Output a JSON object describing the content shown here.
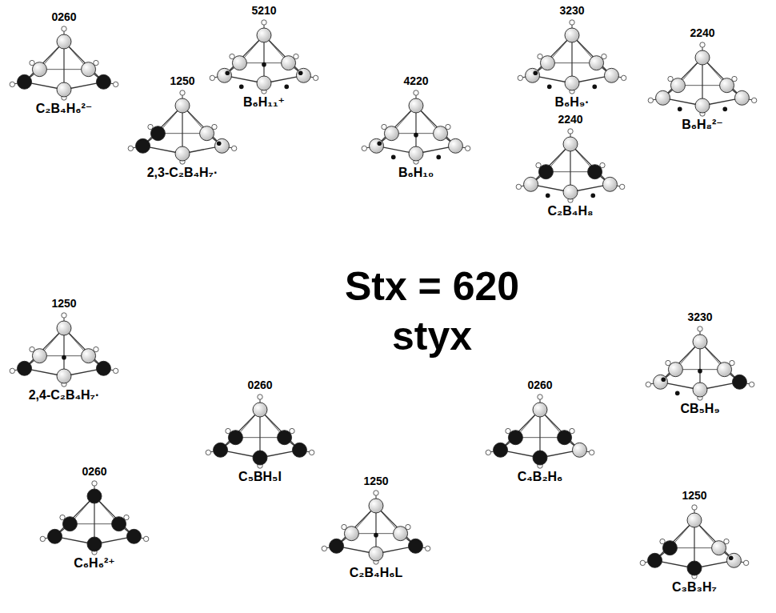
{
  "diagram": {
    "nodes": [
      {
        "text": [
          "0260",
          "C₂B₄H₆²⁻"
        ]
      },
      {
        "text": [
          "5210",
          "B₆H₁₁⁺"
        ]
      },
      {
        "text": [
          "3230",
          "B₆H₉·"
        ]
      },
      {
        "text": [
          "2240",
          "B₆H₈²⁻"
        ]
      },
      {
        "text": [
          "4220",
          "B₆H₁₀"
        ]
      },
      {
        "text": [
          "1250",
          "2,3-C₂B₄H₇·"
        ]
      },
      {
        "text": [
          "2240",
          "C₂B₄H₈"
        ]
      },
      {
        "text": [
          "1250",
          "2,4-C₂B₄H₇·"
        ]
      },
      {
        "text": [
          "3230",
          "CB₅H₉"
        ]
      },
      {
        "text": [
          "0260",
          "C₅BH₅I"
        ]
      },
      {
        "text": [
          "0260",
          "C₄B₂H₆"
        ]
      },
      {
        "text": [
          "0260",
          "C₆H₆²⁺"
        ]
      },
      {
        "text": [
          "1250",
          "C₂B₄H₆L"
        ]
      },
      {
        "text": [
          "1250",
          "C₃B₃H₇"
        ]
      }
    ],
    "labels": [
      "Stx = 620",
      "styx"
    ]
  }
}
